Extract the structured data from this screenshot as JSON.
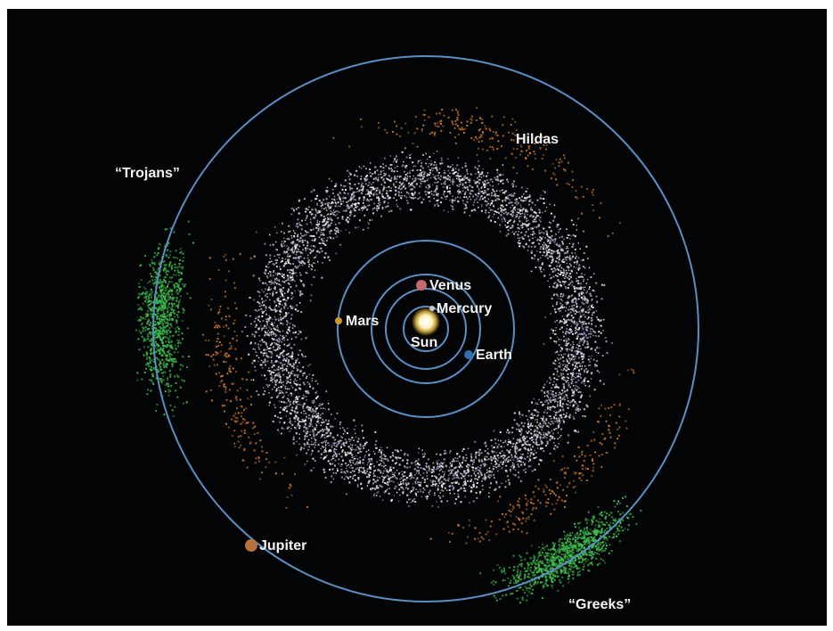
{
  "colors": {
    "background": "#030405",
    "orbit": "#5b8fc3",
    "main_belt": "#e8e8ee",
    "main_belt_tint": "#9a96c8",
    "hildas": "#c9782c",
    "trojans": "#3fbf4f",
    "sun": "#fff4c2",
    "mercury": "#c9c9c9",
    "venus": "#c46a6a",
    "earth": "#2f6fb2",
    "mars": "#c89a2a",
    "jupiter": "#b8703e"
  },
  "labels": {
    "sun": "Sun",
    "mercury": "Mercury",
    "venus": "Venus",
    "earth": "Earth",
    "mars": "Mars",
    "jupiter": "Jupiter",
    "hildas": "Hildas",
    "trojans": "“Trojans”",
    "greeks": "“Greeks”"
  },
  "icons": {
    "sun": "sun-icon",
    "mercury": "planet-icon",
    "venus": "planet-icon",
    "earth": "planet-icon",
    "mars": "planet-icon",
    "jupiter": "planet-icon"
  }
}
